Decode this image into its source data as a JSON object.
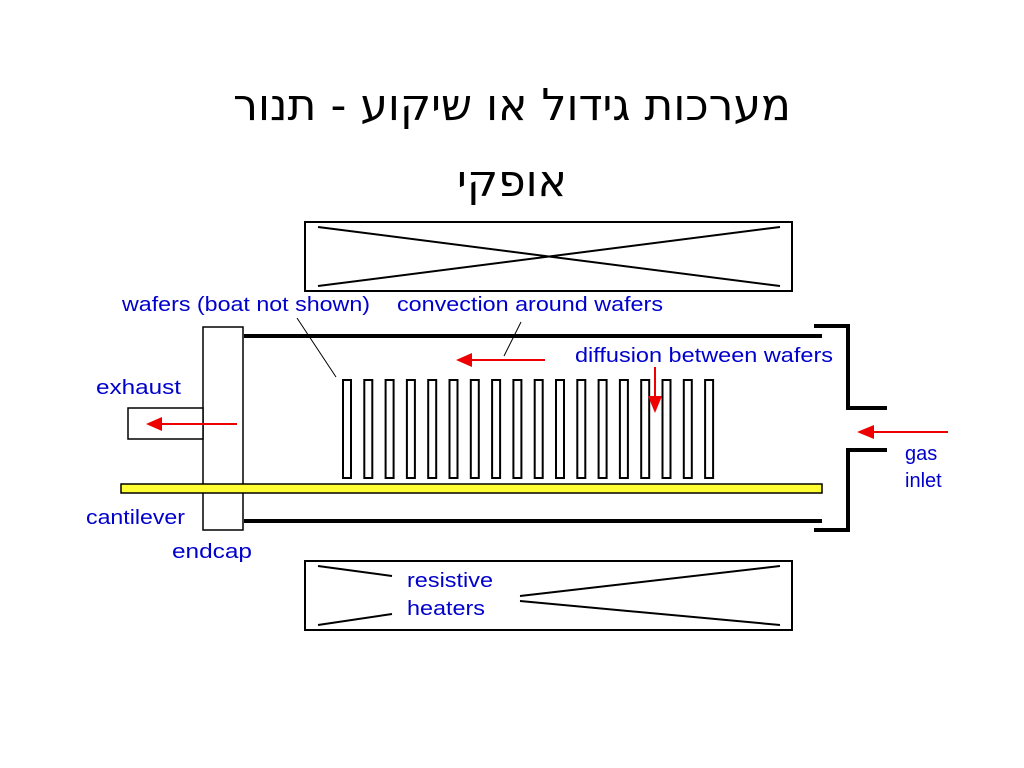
{
  "slide": {
    "title_line1": "מערכות גידול או שיקוע - תנור",
    "title_line2": "אופקי"
  },
  "diagram": {
    "labels": {
      "wafers": "wafers (boat not shown)",
      "convection": "convection around wafers",
      "diffusion": "diffusion between wafers",
      "exhaust": "exhaust",
      "cantilever": "cantilever",
      "endcap": "endcap",
      "gas_line1": "gas",
      "gas_line2": "inlet",
      "heaters_line1": "resistive",
      "heaters_line2": "heaters"
    },
    "wafer_count": 18,
    "colors": {
      "label": "#0000cc",
      "arrow": "#ee0000",
      "cantilever": "#ffff33",
      "outline": "#000000"
    }
  }
}
